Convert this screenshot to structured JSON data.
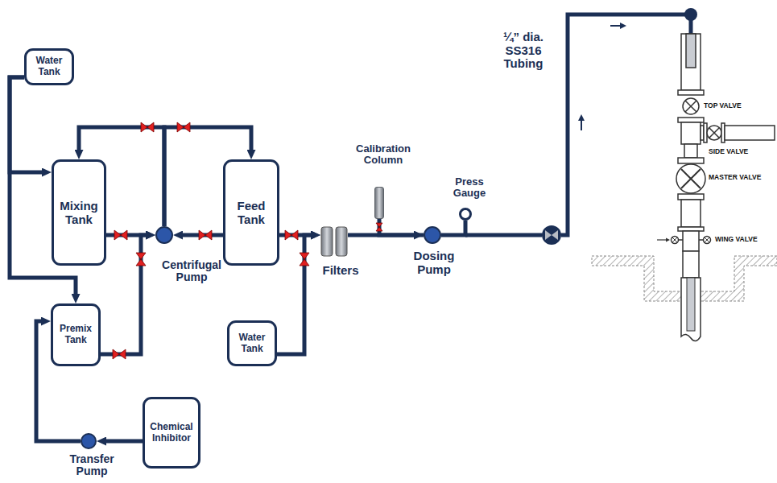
{
  "diagram": {
    "nodes": [
      {
        "text": [
          "Water Tank"
        ]
      },
      {
        "text": [
          "Mixing Tank"
        ]
      },
      {
        "text": [
          "Centrifugal Pump"
        ]
      },
      {
        "text": [
          "Feed Tank"
        ]
      },
      {
        "text": [
          "Calibration Column"
        ]
      },
      {
        "text": [
          "Filters"
        ]
      },
      {
        "text": [
          "Dosing Pump"
        ]
      },
      {
        "text": [
          "Press Gauge"
        ]
      },
      {
        "text": [
          "Premix Tank"
        ]
      },
      {
        "text": [
          "Water Tank"
        ]
      },
      {
        "text": [
          "Chemical Inhibitor"
        ]
      },
      {
        "text": [
          "Transfer Pump"
        ]
      }
    ],
    "edges": [
      {
        "from": 0,
        "to": 1,
        "arrow": "to"
      },
      {
        "from": 0,
        "to": 8,
        "arrow": "to"
      },
      {
        "from": 10,
        "to": 11,
        "arrow": "to"
      },
      {
        "from": 11,
        "to": 8,
        "arrow": "to"
      },
      {
        "from": 8,
        "to": 2,
        "arrow": "to"
      },
      {
        "from": 1,
        "to": 2,
        "arrow": "to"
      },
      {
        "from": 3,
        "to": 2,
        "arrow": "to"
      },
      {
        "from": 2,
        "to": 1,
        "arrow": "to"
      },
      {
        "from": 2,
        "to": 3,
        "arrow": "to"
      },
      {
        "from": 3,
        "to": 5,
        "arrow": "to"
      },
      {
        "from": 9,
        "to": 5,
        "arrow": "to"
      },
      {
        "from": 5,
        "to": 6,
        "arrow": "to"
      },
      {
        "from": 4,
        "to": 6,
        "arrow": "none"
      },
      {
        "from": 6,
        "to": 7,
        "arrow": "none"
      }
    ],
    "labels": [
      "¼” dia. SS316 Tubing",
      "TOP VALVE",
      "SIDE VALVE",
      "MASTER VALVE",
      "WING VALVE"
    ]
  }
}
